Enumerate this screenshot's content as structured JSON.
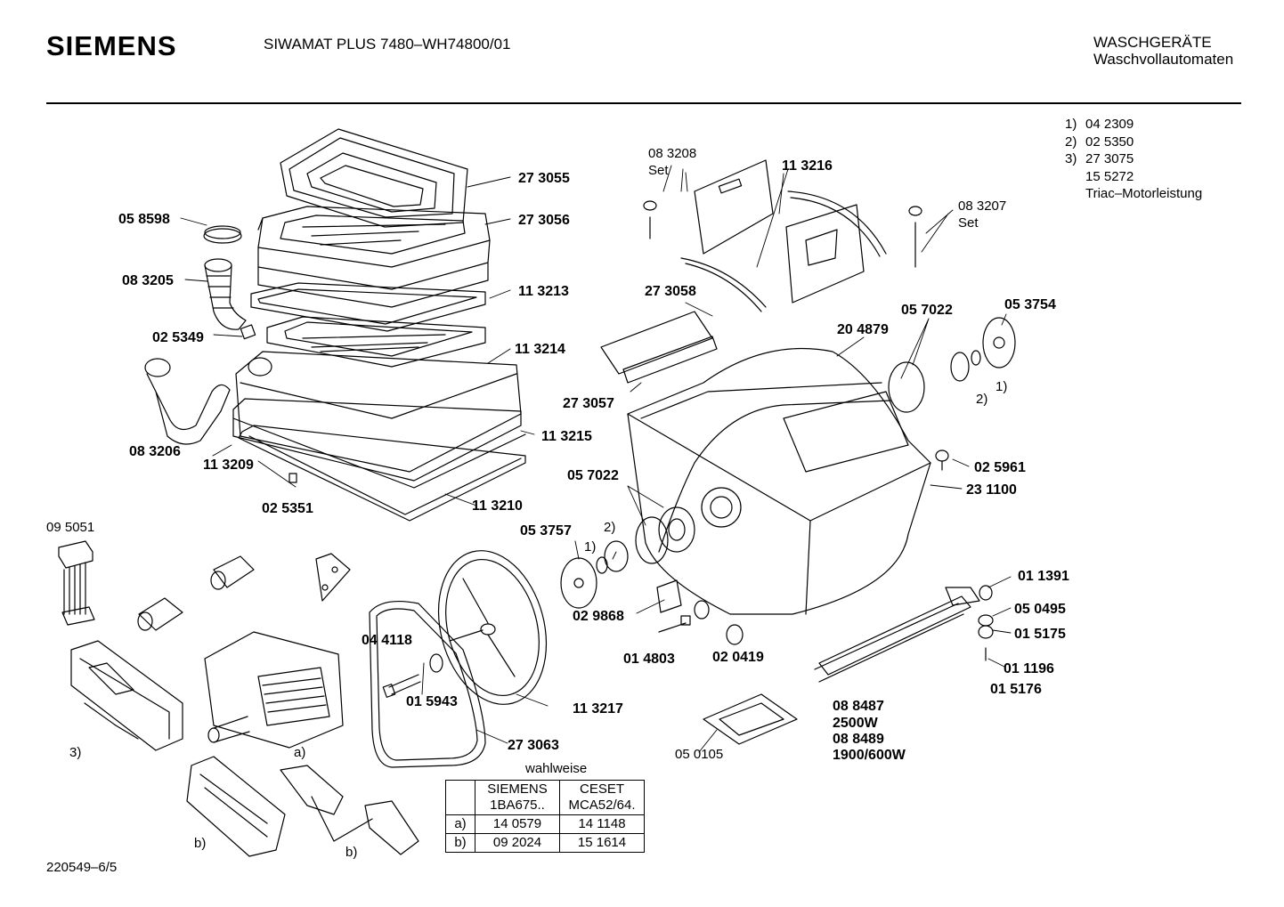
{
  "header": {
    "brand": "SIEMENS",
    "model": "SIWAMAT PLUS 7480–WH74800/01",
    "category": "WASCHGERÄTE",
    "subcategory": "Waschvollautomaten"
  },
  "notes": [
    {
      "key": "1)",
      "value": "04 2309"
    },
    {
      "key": "2)",
      "value": "02 5350"
    },
    {
      "key": "3)",
      "value": "27 3075"
    },
    {
      "key": "",
      "value": "15 5272"
    },
    {
      "key": "",
      "value": "Triac–Motorleistung"
    }
  ],
  "parts": {
    "p273055": "27 3055",
    "p058598": "05 8598",
    "p273056": "27 3056",
    "p083205": "08 3205",
    "p113213": "11 3213",
    "p025349": "02 5349",
    "p113214": "11 3214",
    "p083206": "08 3206",
    "p113215": "11 3215",
    "p113209": "11 3209",
    "p025351": "02 5351",
    "p113210": "11 3210",
    "p095051": "09 5051",
    "p083208": "08 3208",
    "set1": "Set",
    "p113216": "11 3216",
    "p083207": "08 3207",
    "set2": "Set",
    "p273058": "27 3058",
    "p273057": "27 3057",
    "p204879": "20 4879",
    "p057022a": "05 7022",
    "p053754": "05 3754",
    "fn1a": "1)",
    "fn2a": "2)",
    "p025961": "02 5961",
    "p231100": "23 1100",
    "p057022b": "05 7022",
    "fn2b": "2)",
    "p053757": "05 3757",
    "fn1b": "1)",
    "p029868": "02 9868",
    "p014803": "01 4803",
    "p020419": "02 0419",
    "p044118": "04 4118",
    "p015943": "01 5943",
    "p113217": "11 3217",
    "p273063": "27 3063",
    "p011391": "01 1391",
    "p050495": "05 0495",
    "p015175": "01 5175",
    "p011196": "01 1196",
    "p015176": "01 5176",
    "p088487": "08 8487",
    "w2500": "2500W",
    "p088489": "08 8489",
    "w1900": "1900/600W",
    "p050105": "05 0105",
    "fa": "a)",
    "fb1": "b)",
    "fb2": "b)",
    "f3": "3)"
  },
  "options": {
    "title": "wahlweise",
    "col1": "SIEMENS",
    "col1b": "1BA675..",
    "col2": "CESET",
    "col2b": "MCA52/64.",
    "rows": [
      {
        "label": "a)",
        "siemens": "14 0579",
        "ceset": "14 1148"
      },
      {
        "label": "b)",
        "siemens": "09 2024",
        "ceset": "15 1614"
      }
    ]
  },
  "footer": "220549–6/5"
}
